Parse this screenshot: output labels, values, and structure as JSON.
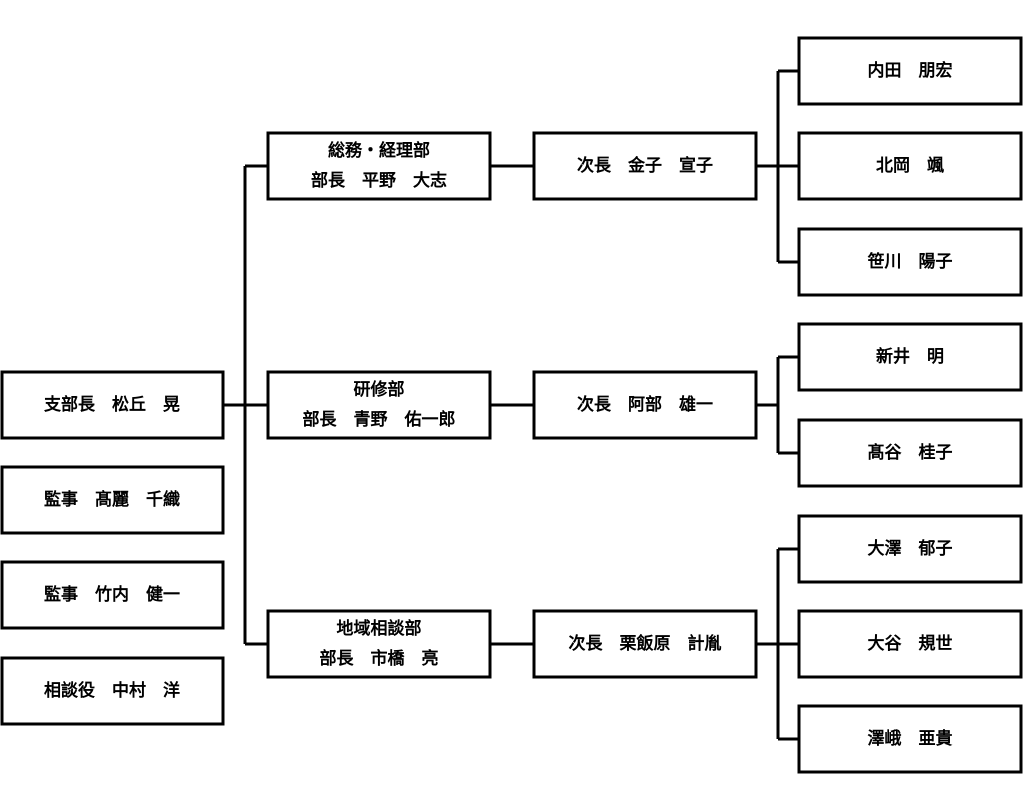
{
  "branch": {
    "head": "支部長　松丘　晃",
    "auditors": [
      "監事　髙麗　千織",
      "監事　竹内　健一"
    ],
    "advisor": "相談役　中村　洋"
  },
  "departments": [
    {
      "name": "総務・経理部",
      "head": "部長　平野　大志",
      "deputy": "次長　金子　宣子",
      "members": [
        "内田　朋宏",
        "北岡　颯",
        "笹川　陽子"
      ]
    },
    {
      "name": "研修部",
      "head": "部長　青野　佑一郎",
      "deputy": "次長　阿部　雄一",
      "members": [
        "新井　明",
        "髙谷　桂子"
      ]
    },
    {
      "name": "地域相談部",
      "head": "部長　市橋　亮",
      "deputy": "次長　栗飯原　計胤",
      "members": [
        "大澤　郁子",
        "大谷　規世",
        "澤峨　亜貴"
      ]
    }
  ]
}
